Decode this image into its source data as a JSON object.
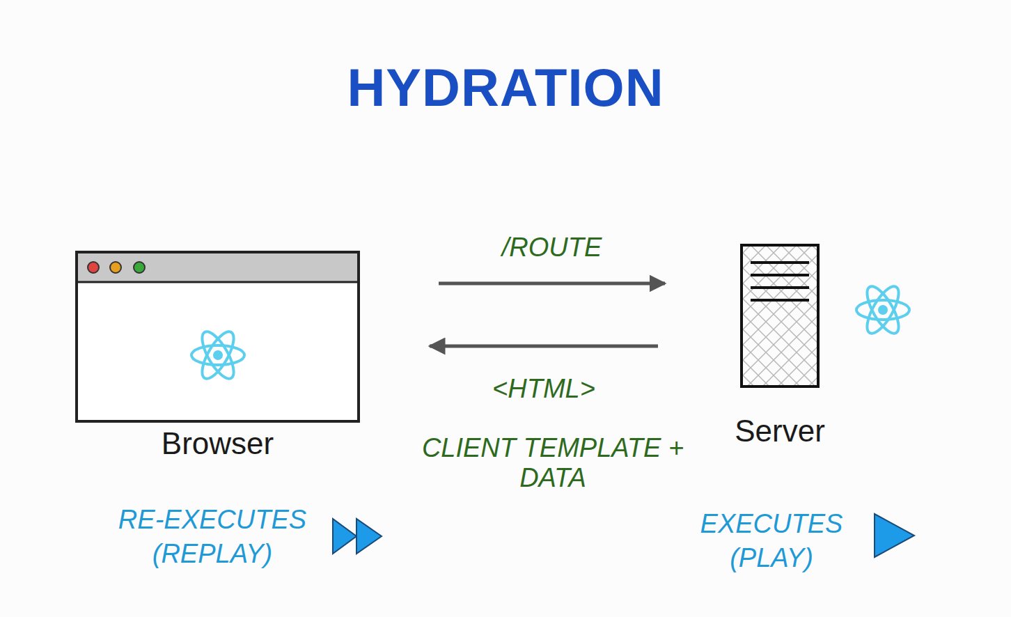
{
  "diagram": {
    "title": "HYDRATION",
    "nodes": [
      {
        "text": [
          "Browser"
        ]
      },
      {
        "text": [
          "Server"
        ]
      }
    ],
    "edges": [
      {
        "from": 0,
        "to": 1,
        "arrow": "to",
        "label": "/ROUTE"
      },
      {
        "from": 1,
        "to": 0,
        "arrow": "to",
        "label": "<HTML>"
      }
    ],
    "labels": [
      "CLIENT TEMPLATE + DATA",
      "RE-EXECUTES (REPLAY)",
      "EXECUTES (PLAY)"
    ]
  }
}
